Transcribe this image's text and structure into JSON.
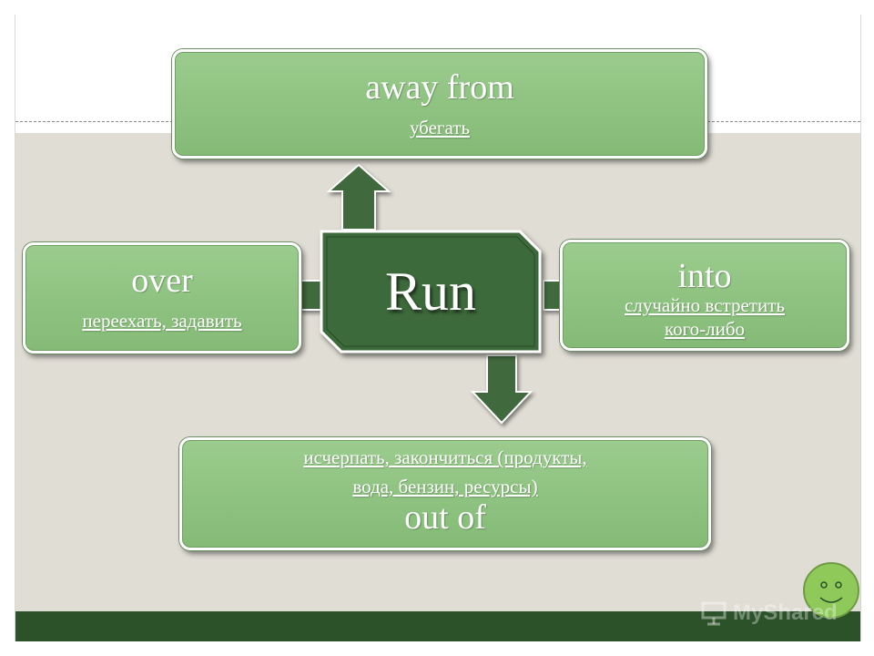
{
  "center": {
    "label": "Run"
  },
  "top": {
    "title": "away from",
    "meaning": "убегать"
  },
  "left": {
    "title": "over",
    "meaning": "переехать, задавить"
  },
  "right": {
    "title": "into",
    "meaning_line1": "случайно встретить",
    "meaning_line2": "кого-либо"
  },
  "bottom": {
    "meaning_line1": "исчерпать, закончиться (продукты,",
    "meaning_line2": "вода, бензин, ресурсы)",
    "title": "out of"
  },
  "watermark": {
    "text": "MyShared"
  },
  "colors": {
    "box_fill": "#8fc382",
    "center_fill": "#3d6b3a",
    "arrow_fill": "#3f6b3c",
    "content_bg": "#e0ddd4",
    "bottom_bar": "#2c5229",
    "smiley": "#8ec95a"
  }
}
